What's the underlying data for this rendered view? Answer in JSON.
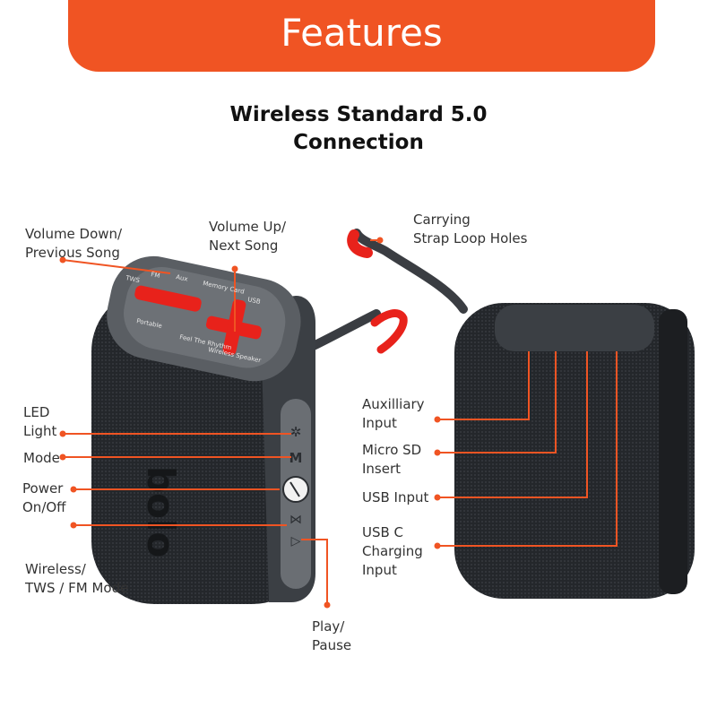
{
  "banner": {
    "title": "Features"
  },
  "subtitle": {
    "line1": "Wireless Standard 5.0",
    "line2": "Connection"
  },
  "labels": {
    "volume_down": [
      "Volume Down/",
      "Previous Song"
    ],
    "volume_up": [
      "Volume Up/",
      "Next Song"
    ],
    "carrying": [
      "Carrying",
      "Strap Loop Holes"
    ],
    "led": [
      "LED",
      "Light"
    ],
    "mode": [
      "Mode"
    ],
    "power": [
      "Power",
      "On/Off"
    ],
    "wireless": [
      "Wireless/",
      "TWS / FM Mode"
    ],
    "play": [
      "Play/",
      "Pause"
    ],
    "aux": [
      "Auxilliary",
      "Input"
    ],
    "micro_sd": [
      "Micro SD",
      "Insert"
    ],
    "usb_input": [
      "USB Input"
    ],
    "usb_c": [
      "USB C",
      "Charging",
      "Input"
    ]
  },
  "speaker_top_text": [
    "TWS",
    "FM",
    "Aux",
    "Memory Card",
    "USB",
    "Feel The Rhythm",
    "Portable",
    "Wireless Speaker"
  ],
  "brand_logo": "bolo",
  "colors": {
    "accent": "#f05423",
    "speaker_body": "#2a2d31",
    "button_red": "#e8221b"
  },
  "icons": {
    "led": "sun-icon",
    "mode": "m-icon",
    "power": "power-icon",
    "wireless": "bluetooth-icon",
    "play": "play-pause-icon"
  }
}
